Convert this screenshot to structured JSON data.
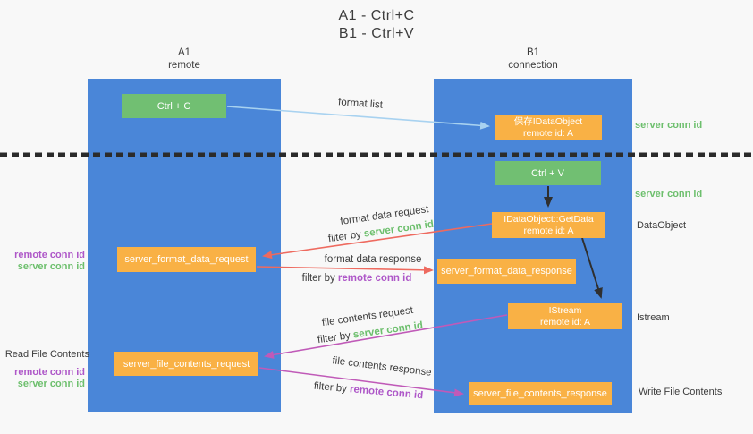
{
  "title": {
    "line1": "A1 - Ctrl+C",
    "line2": "B1 - Ctrl+V"
  },
  "lifelines": {
    "a1": {
      "name": "A1",
      "role": "remote"
    },
    "b1": {
      "name": "B1",
      "role": "connection"
    }
  },
  "nodes": {
    "ctrl_c": {
      "label": "Ctrl + C"
    },
    "ctrl_v": {
      "label": "Ctrl + V"
    },
    "save_dataobject": {
      "line1": "保存IDataObject",
      "line2": "remote id: A"
    },
    "getdata": {
      "line1": "IDataObject::GetData",
      "line2": "remote id: A"
    },
    "istream": {
      "line1": "IStream",
      "line2": "remote id: A"
    },
    "format_request": {
      "label": "server_format_data_request"
    },
    "format_response": {
      "label": "server_format_data_response"
    },
    "file_request": {
      "label": "server_file_contents_request"
    },
    "file_response": {
      "label": "server_file_contents_response"
    }
  },
  "edge_labels": {
    "format_list": "format list",
    "format_data_request": "format data request",
    "format_data_request_filter": {
      "prefix": "filter by ",
      "highlight": "server conn id"
    },
    "format_data_response": "format data response",
    "format_data_response_filter": {
      "prefix": "filter by ",
      "highlight": "remote conn id"
    },
    "file_contents_request": "file contents request",
    "file_contents_request_filter": {
      "prefix": "filter by ",
      "highlight": "server conn id"
    },
    "file_contents_response": "file contents response",
    "file_contents_response_filter": {
      "prefix": "filter by ",
      "highlight": "remote conn id"
    }
  },
  "side_labels": {
    "server_conn_id_top": "server conn id",
    "server_conn_id_mid": "server conn id",
    "dataobject": "DataObject",
    "istream": "Istream",
    "write_file_contents": "Write File Contents",
    "read_file_contents": "Read File Contents",
    "mid_left": {
      "remote": "remote conn id",
      "server": "server conn id"
    },
    "bottom_left": {
      "remote": "remote conn id",
      "server": "server conn id"
    }
  },
  "colors": {
    "column_blue": "#4a86d8",
    "box_green": "#71bf72",
    "box_orange": "#f9b145",
    "arrow_blue": "#a8d2f0",
    "arrow_red": "#ee6a5f",
    "arrow_magenta": "#c05ab8",
    "arrow_black": "#2f2f2f",
    "text_green": "#6dbf6d",
    "text_purple": "#ae57c8",
    "text_dark": "#3c3c3c",
    "background": "#f8f8f8"
  }
}
